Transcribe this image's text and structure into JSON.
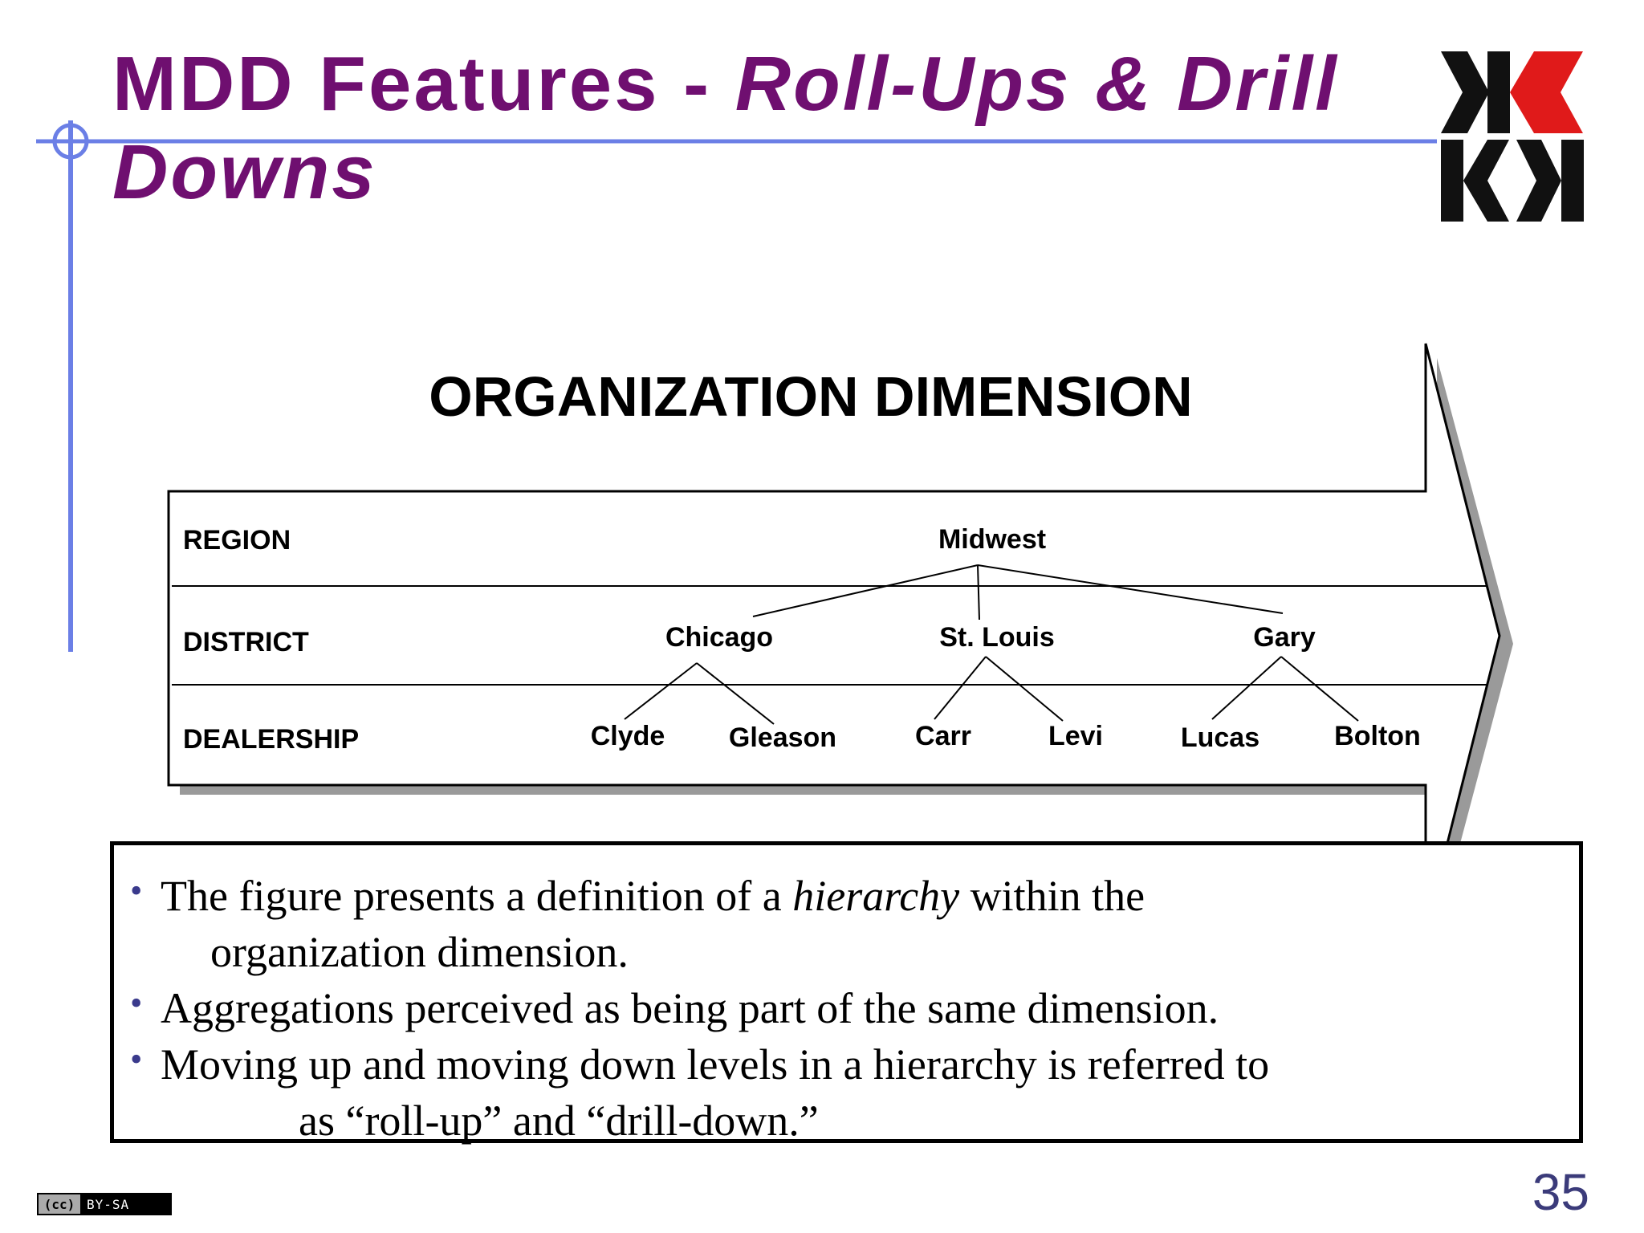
{
  "slide": {
    "title_plain": "MDD Features - ",
    "title_italic": "Roll-Ups & Drill Downs",
    "page_number": "35",
    "license": {
      "cc": "(cc)",
      "text": "BY-SA"
    },
    "colors": {
      "title": "#6f0f70",
      "accent_line": "#6b7fe6",
      "page_number": "#3b3b7a",
      "logo_red": "#e01a1a"
    }
  },
  "diagram": {
    "heading": "ORGANIZATION DIMENSION",
    "levels": [
      "REGION",
      "DISTRICT",
      "DEALERSHIP"
    ],
    "region": "Midwest",
    "districts": [
      {
        "name": "Chicago",
        "dealerships": [
          "Clyde",
          "Gleason"
        ]
      },
      {
        "name": "St. Louis",
        "dealerships": [
          "Carr",
          "Levi"
        ]
      },
      {
        "name": "Gary",
        "dealerships": [
          "Lucas",
          "Bolton"
        ]
      }
    ]
  },
  "notes": {
    "b1_pre": "The figure presents a definition of a ",
    "b1_em": "hierarchy",
    "b1_post": " within the",
    "b1_cont": "organization dimension.",
    "b2": "Aggregations perceived as being part of the same dimension.",
    "b3_line1": "Moving up and moving down levels in a hierarchy is referred to",
    "b3_line2": "as “roll-up” and “drill-down.”"
  }
}
